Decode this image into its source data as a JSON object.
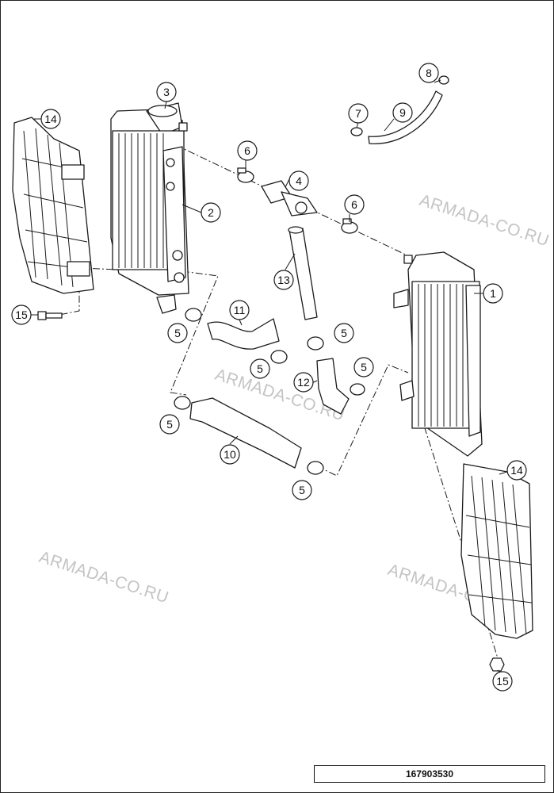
{
  "watermarks": [
    "ARMADA-CO.RU",
    "ARMADA-CO.RU",
    "ARMADA-CO.RU",
    "ARMADA-CO.RU"
  ],
  "callouts": [
    "1",
    "2",
    "3",
    "4",
    "5",
    "5",
    "5",
    "5",
    "5",
    "5",
    "6",
    "6",
    "7",
    "8",
    "9",
    "10",
    "11",
    "12",
    "13",
    "14",
    "14",
    "15",
    "15"
  ],
  "document_number": "167903530"
}
